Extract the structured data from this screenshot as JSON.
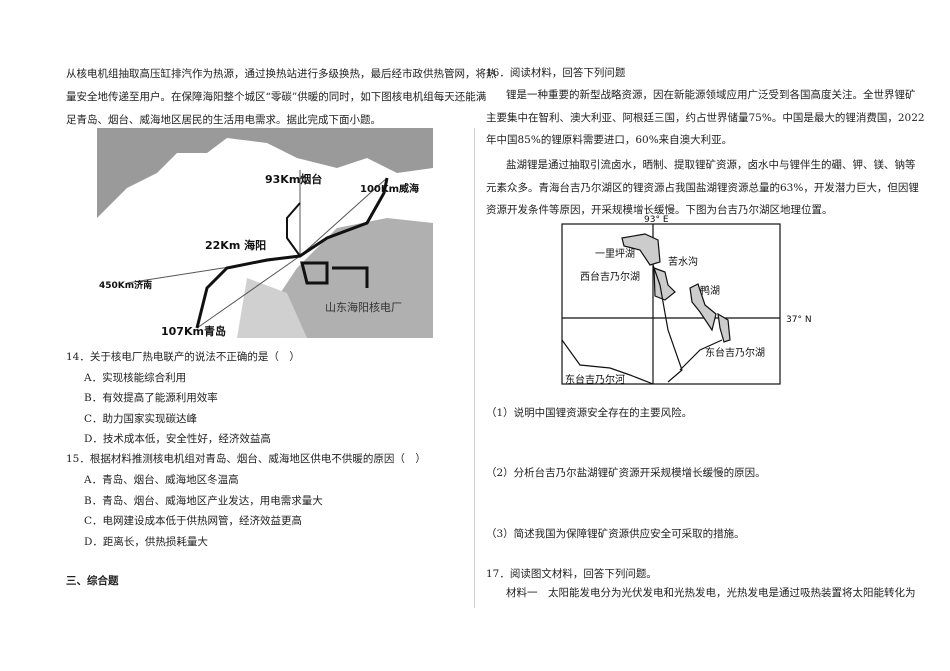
{
  "left": {
    "intro_lines": [
      "从核电机组抽取高压缸排汽作为热源，通过换热站进行多级换热，最后经市政供热管网，将热",
      "量安全地传递至用户。在保障海阳整个城区“零碳”供暖的同时，如下图核电机组每天还能满",
      "足青岛、烟台、威海地区居民的生活用电需求。据此完成下面小题。"
    ],
    "map1": {
      "labels": [
        "93Km烟台",
        "100Km威海",
        "22Km 海阳",
        "450Km济南",
        "107Km青岛",
        "山东海阳核电厂"
      ]
    },
    "q14": {
      "stem": "14．关于核电厂热电联产的说法不正确的是（　）",
      "options": [
        "A．实现核能综合利用",
        "B．有效提高了能源利用效率",
        "C．助力国家实现碳达峰",
        "D．技术成本低，安全性好，经济效益高"
      ]
    },
    "q15": {
      "stem": "15．根据材料推测核电机组对青岛、烟台、威海地区供电不供暖的原因（　）",
      "options": [
        "A．青岛、烟台、威海地区冬温高",
        "B．青岛、烟台、威海地区产业发达，用电需求量大",
        "C．电网建设成本低于供热网管，经济效益更高",
        "D．距离长，供热损耗量大"
      ]
    },
    "section3": "三、综合题"
  },
  "right": {
    "q16": {
      "stem": "16．阅读材料，回答下列问题",
      "para_lines": [
        "锂是一种重要的新型战略资源，因在新能源领域应用广泛受到各国高度关注。全世界锂矿",
        "主要集中在智利、澳大利亚、阿根廷三国，约占世界储量75%。中国是最大的锂消费国，2022",
        "年中国85%的锂原料需要进口，60%来自澳大利亚。",
        "盐湖锂是通过抽取引流卤水，晒制、提取锂矿资源，卤水中与锂伴生的硼、钾、镁、钠等",
        "元素众多。青海台吉乃尔湖区的锂资源占我国盐湖锂资源总量的63%，开发潜力巨大，但因锂",
        "资源开发条件等原因，开采规模增长缓慢。下图为台吉乃尔湖区地理位置。"
      ],
      "map2": {
        "lon_label": "93° E",
        "lat_label": "37° N",
        "labels": [
          "一里坪湖",
          "苦水沟",
          "西台吉乃尔湖",
          "鸭湖",
          "东台吉乃尔湖",
          "东台吉乃尔河"
        ]
      },
      "sub_questions": [
        "（1）说明中国锂资源安全存在的主要风险。",
        "（2）分析台吉乃尔盐湖锂矿资源开采规模增长缓慢的原因。",
        "（3）简述我国为保障锂矿资源供应安全可采取的措施。"
      ]
    },
    "q17": {
      "stem": "17．阅读图文材料，回答下列问题。",
      "material_line": "材料一　太阳能发电分为光伏发电和光热发电，光热发电是通过吸热装置将太阳能转化为"
    }
  }
}
